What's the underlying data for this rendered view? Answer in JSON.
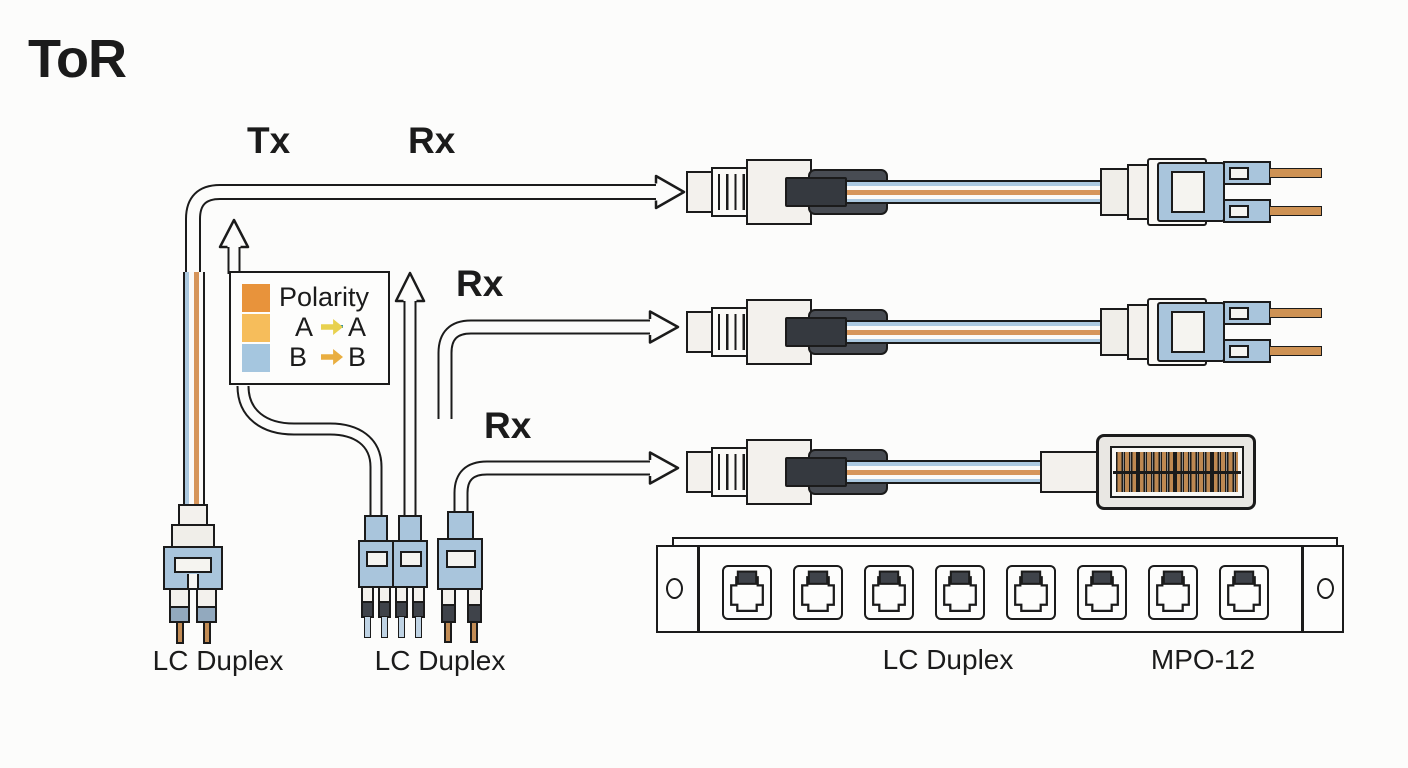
{
  "title": "ToR",
  "flow_labels": {
    "tx": "Tx",
    "rx_row1": "Rx",
    "rx_row2": "Rx",
    "rx_row3": "Rx"
  },
  "legend": {
    "title": "Polarity",
    "title_swatch": "#E8933B",
    "rows": [
      {
        "swatch": "#F6BD5B",
        "from": "A",
        "to": "A",
        "arrow_color": "#E8D14F"
      },
      {
        "swatch": "#A5C6DF",
        "from": "B",
        "to": "B",
        "arrow_color": "#E9AE40"
      }
    ]
  },
  "connector_labels": {
    "bottom_left": "LC Duplex",
    "bottom_middle": "LC Duplex",
    "panel_left": "LC Duplex",
    "panel_right": "MPO-12"
  },
  "panel": {
    "port_count": 8
  },
  "colors": {
    "outline": "#1B1B1B",
    "connector_blue": "#A9C5DC",
    "boot_dark": "#44484F",
    "fiber_orange": "#D6955A",
    "fiber_blue": "#ACC9E0",
    "legend_orange": "#E8933B",
    "legend_light_orange": "#F6BD5B",
    "legend_light_blue": "#A5C6DF"
  }
}
